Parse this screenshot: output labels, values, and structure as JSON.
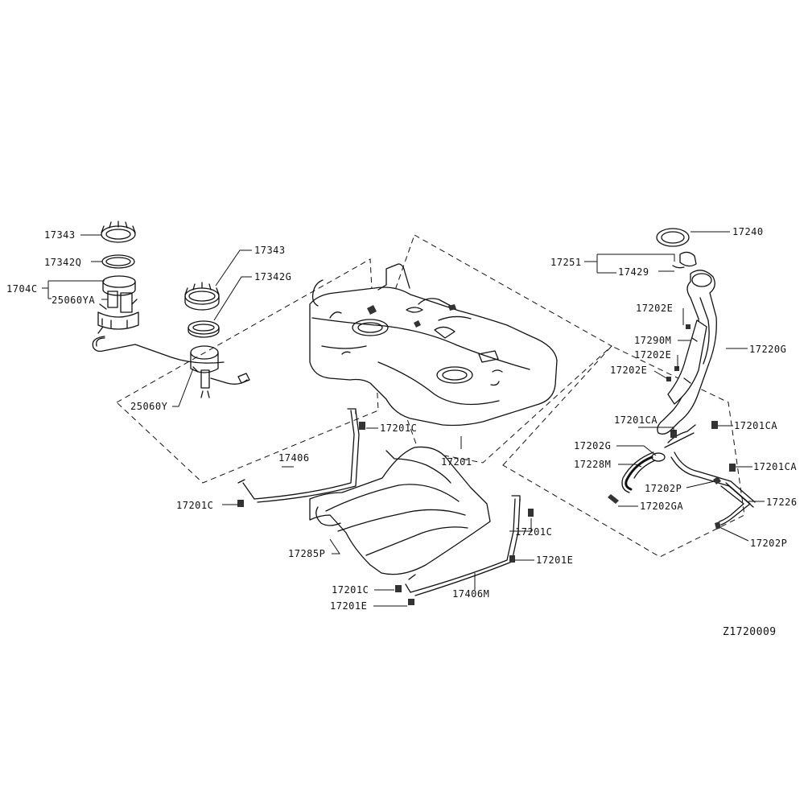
{
  "diagram_id": "Z1720009",
  "labels": {
    "l17343a": "17343",
    "l17342q": "17342Q",
    "l17040": "1704C",
    "l25060ya": "25060YA",
    "l17343b": "17343",
    "l17342g": "17342G",
    "l25060y": "25060Y",
    "l17201c_a": "17201C",
    "l17406": "17406",
    "l17201c_b": "17201C",
    "l17201": "17201",
    "l17285p": "17285P",
    "l17201c_c": "17201C",
    "l17201e_a": "17201E",
    "l17201c_d": "17201C",
    "l17201e_b": "17201E",
    "l17406m": "17406M",
    "l17240": "17240",
    "l17251": "17251",
    "l17429": "17429",
    "l17202e_a": "17202E",
    "l17290m": "17290M",
    "l17202e_b": "17202E",
    "l17202e_c": "17202E",
    "l17220g": "17220G",
    "l17201ca_a": "17201CA",
    "l17201ca_b": "17201CA",
    "l17202g": "17202G",
    "l17228m": "17228M",
    "l17201ca_c": "17201CA",
    "l17202p_a": "17202P",
    "l17202ga": "17202GA",
    "l17226": "17226",
    "l17202p_b": "17202P"
  },
  "colors": {
    "ink": "#111111",
    "background": "#ffffff"
  }
}
